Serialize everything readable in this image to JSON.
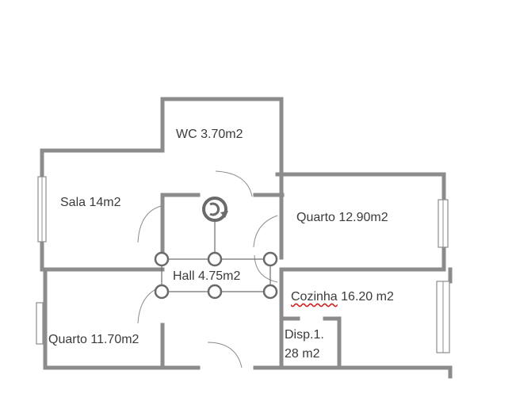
{
  "rooms": {
    "wc": "WC 3.70m2",
    "sala": "Sala 14m2",
    "quarto_right": "Quarto 12.90m2",
    "hall": "Hall 4.75m2",
    "cozinha_name": "Cozinha",
    "cozinha_area": " 16.20 m2",
    "quarto_left": "Quarto 11.70m2",
    "disp_line1": "Disp.1.",
    "disp_line2": "28 m2"
  },
  "selection": {
    "selected_label": "Hall 4.75m2",
    "rotate_icon": "rotate-icon"
  },
  "colors": {
    "wall": "#8c8c8c",
    "text": "#3b3b3b",
    "spellcheck": "#d02020"
  }
}
